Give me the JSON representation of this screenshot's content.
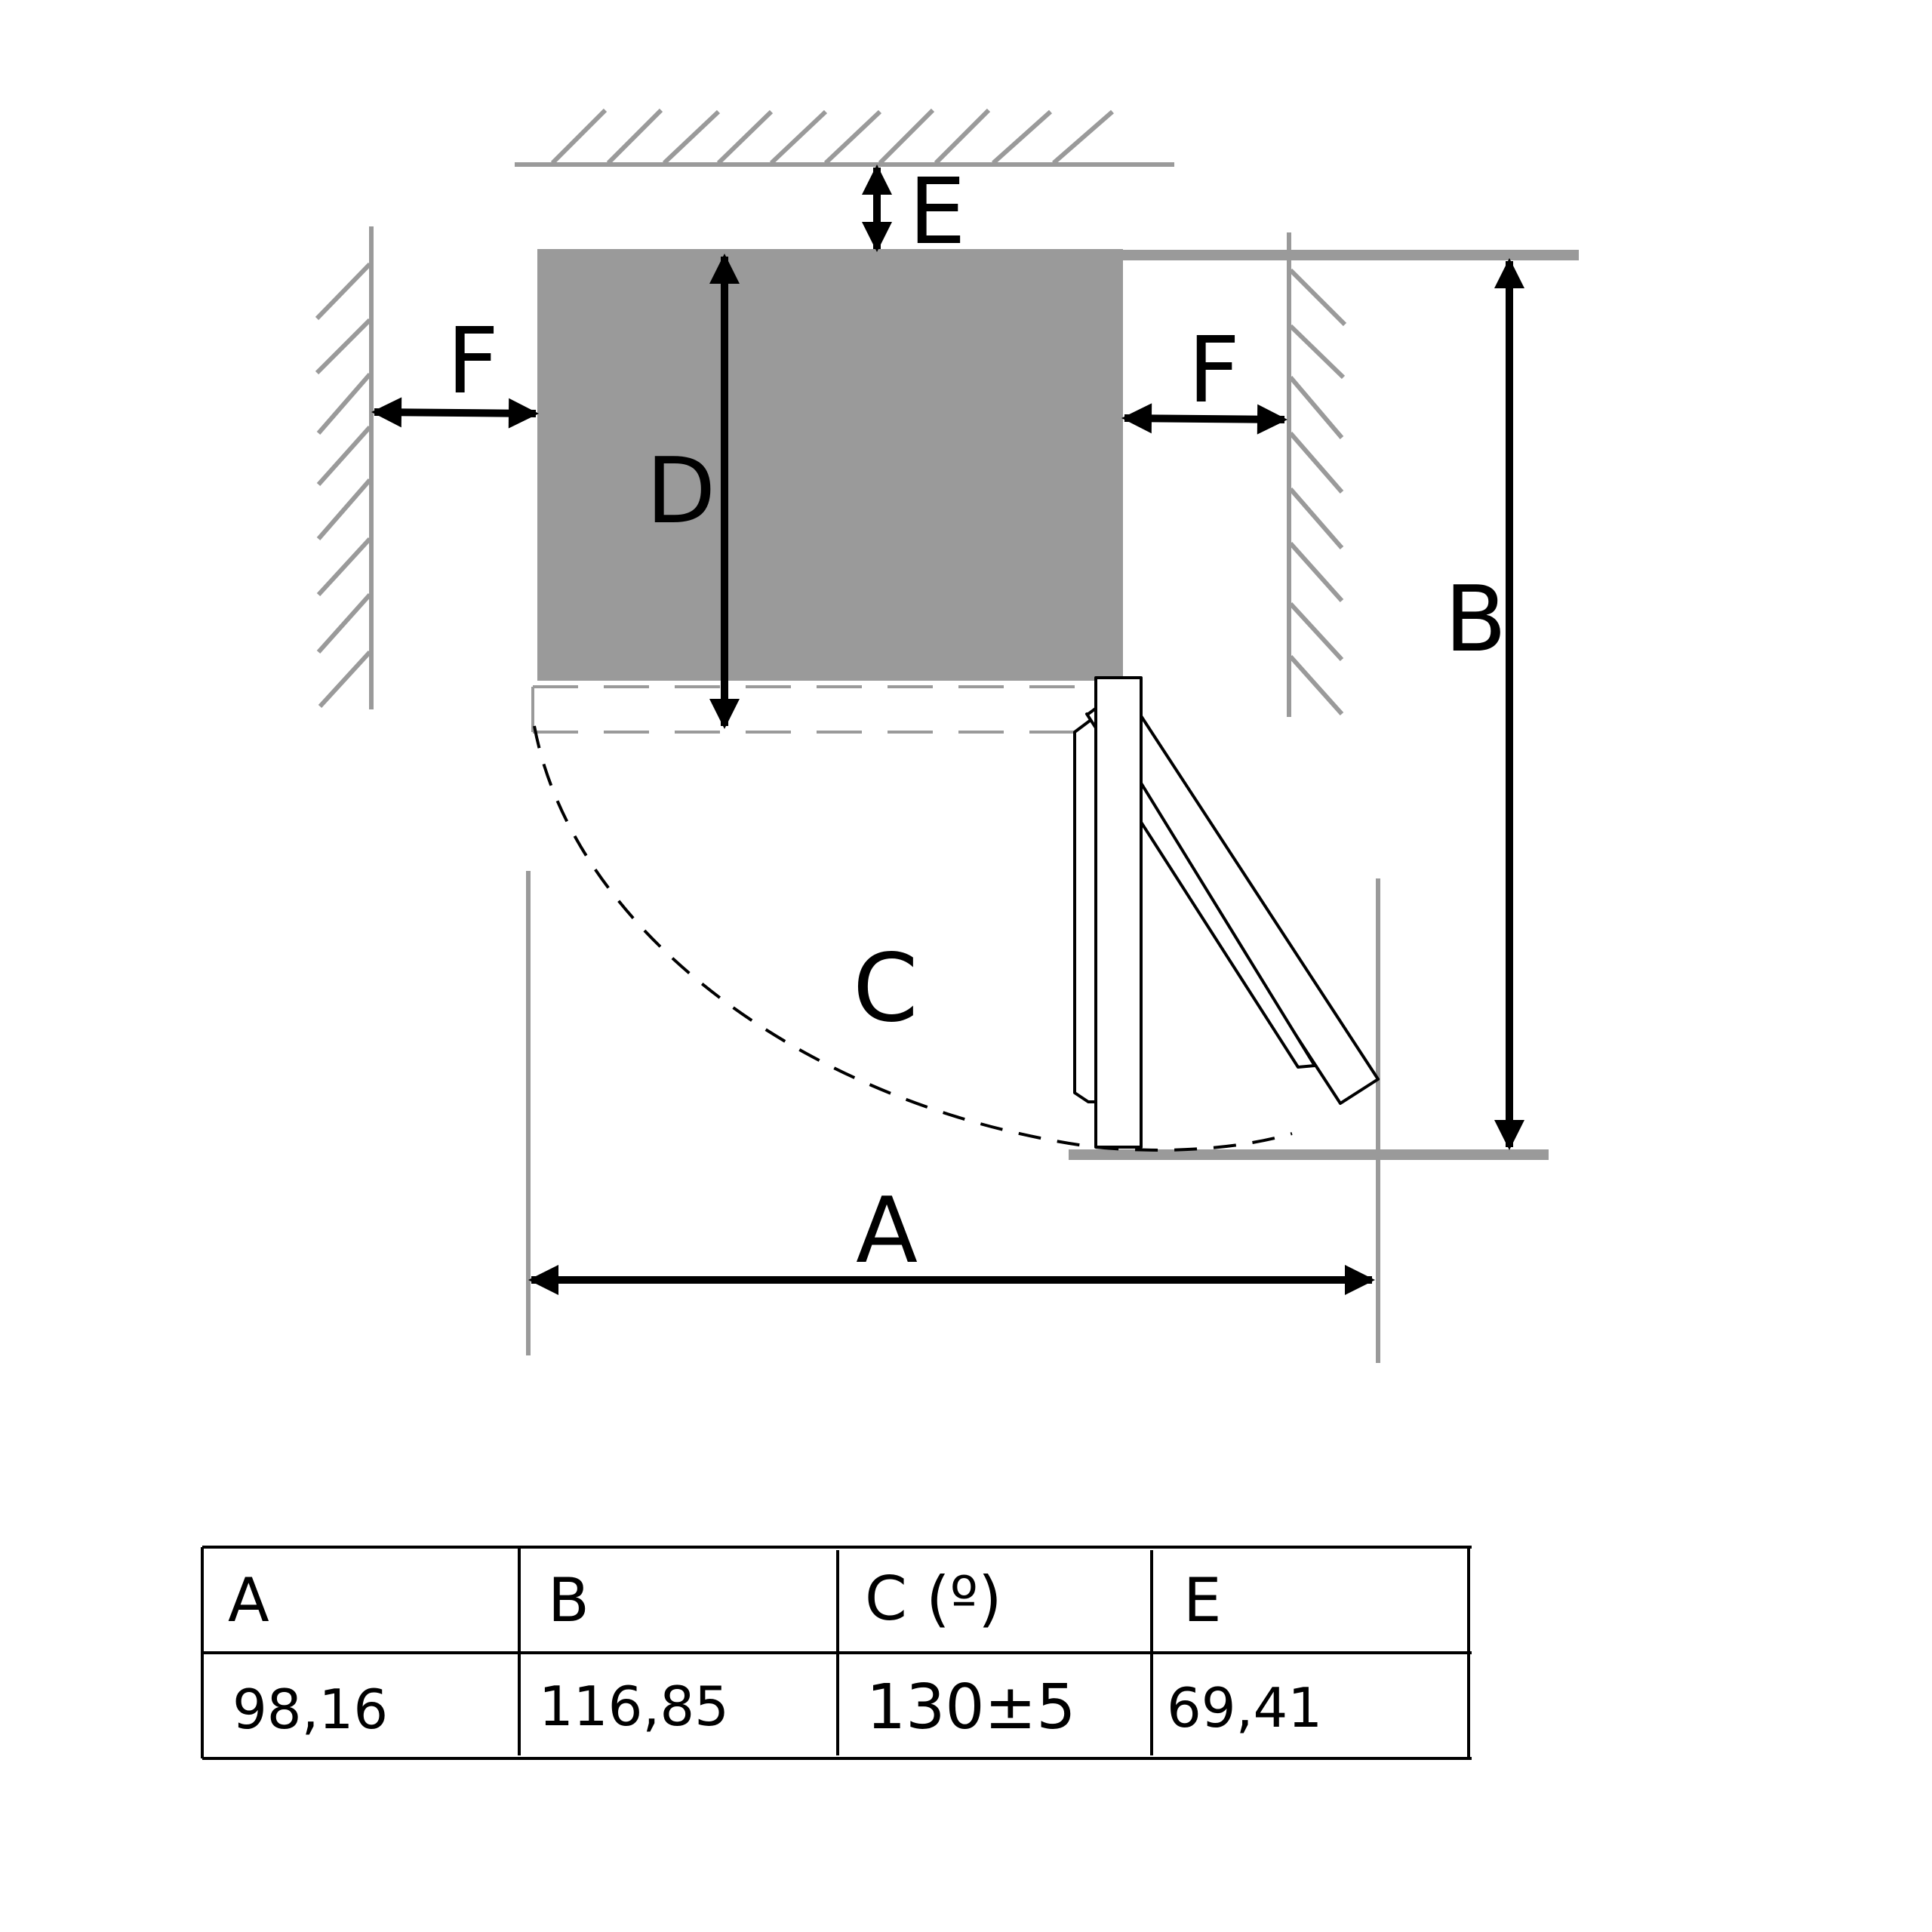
{
  "labels": {
    "a": "A",
    "b": "B",
    "c": "C",
    "d": "D",
    "e": "E",
    "f_left": "F",
    "f_right": "F"
  },
  "table": {
    "headers": [
      "A",
      "B",
      "C (º)",
      "E"
    ],
    "values": [
      "98,16",
      "116,85",
      "130±5",
      "69,41"
    ]
  },
  "colors": {
    "appliance": "#9a9a9a",
    "wall": "#9a9a9a",
    "ink": "#000000"
  }
}
